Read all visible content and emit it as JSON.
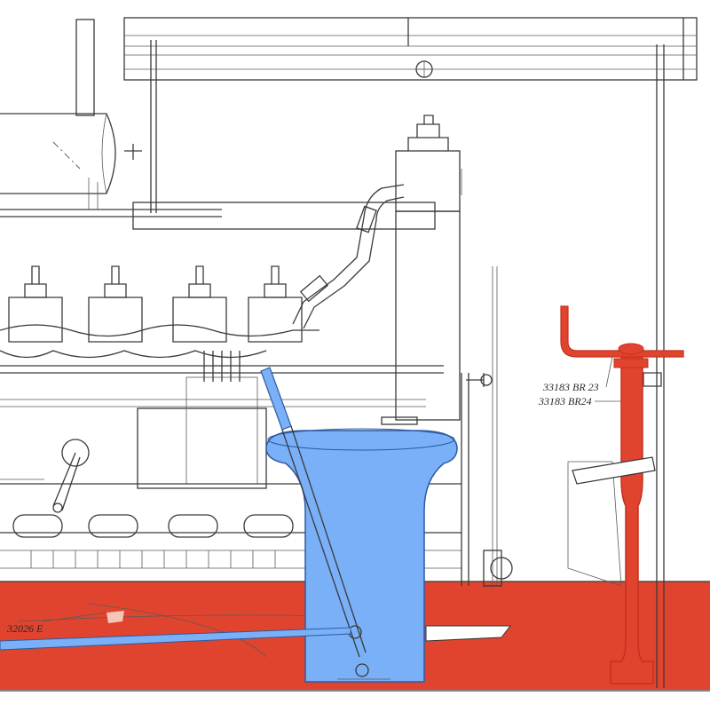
{
  "labels": {
    "part_top": "33183  BR 23",
    "part_bottom": "33183  BR24",
    "part_left": "32026 E"
  },
  "colors": {
    "hull_red": "#e0442e",
    "red_line": "#c5301f",
    "steering_blue": "#7ab0f7",
    "blue_line": "#2c5aa0",
    "ink": "#3a3a3a",
    "paper": "#ffffff"
  }
}
